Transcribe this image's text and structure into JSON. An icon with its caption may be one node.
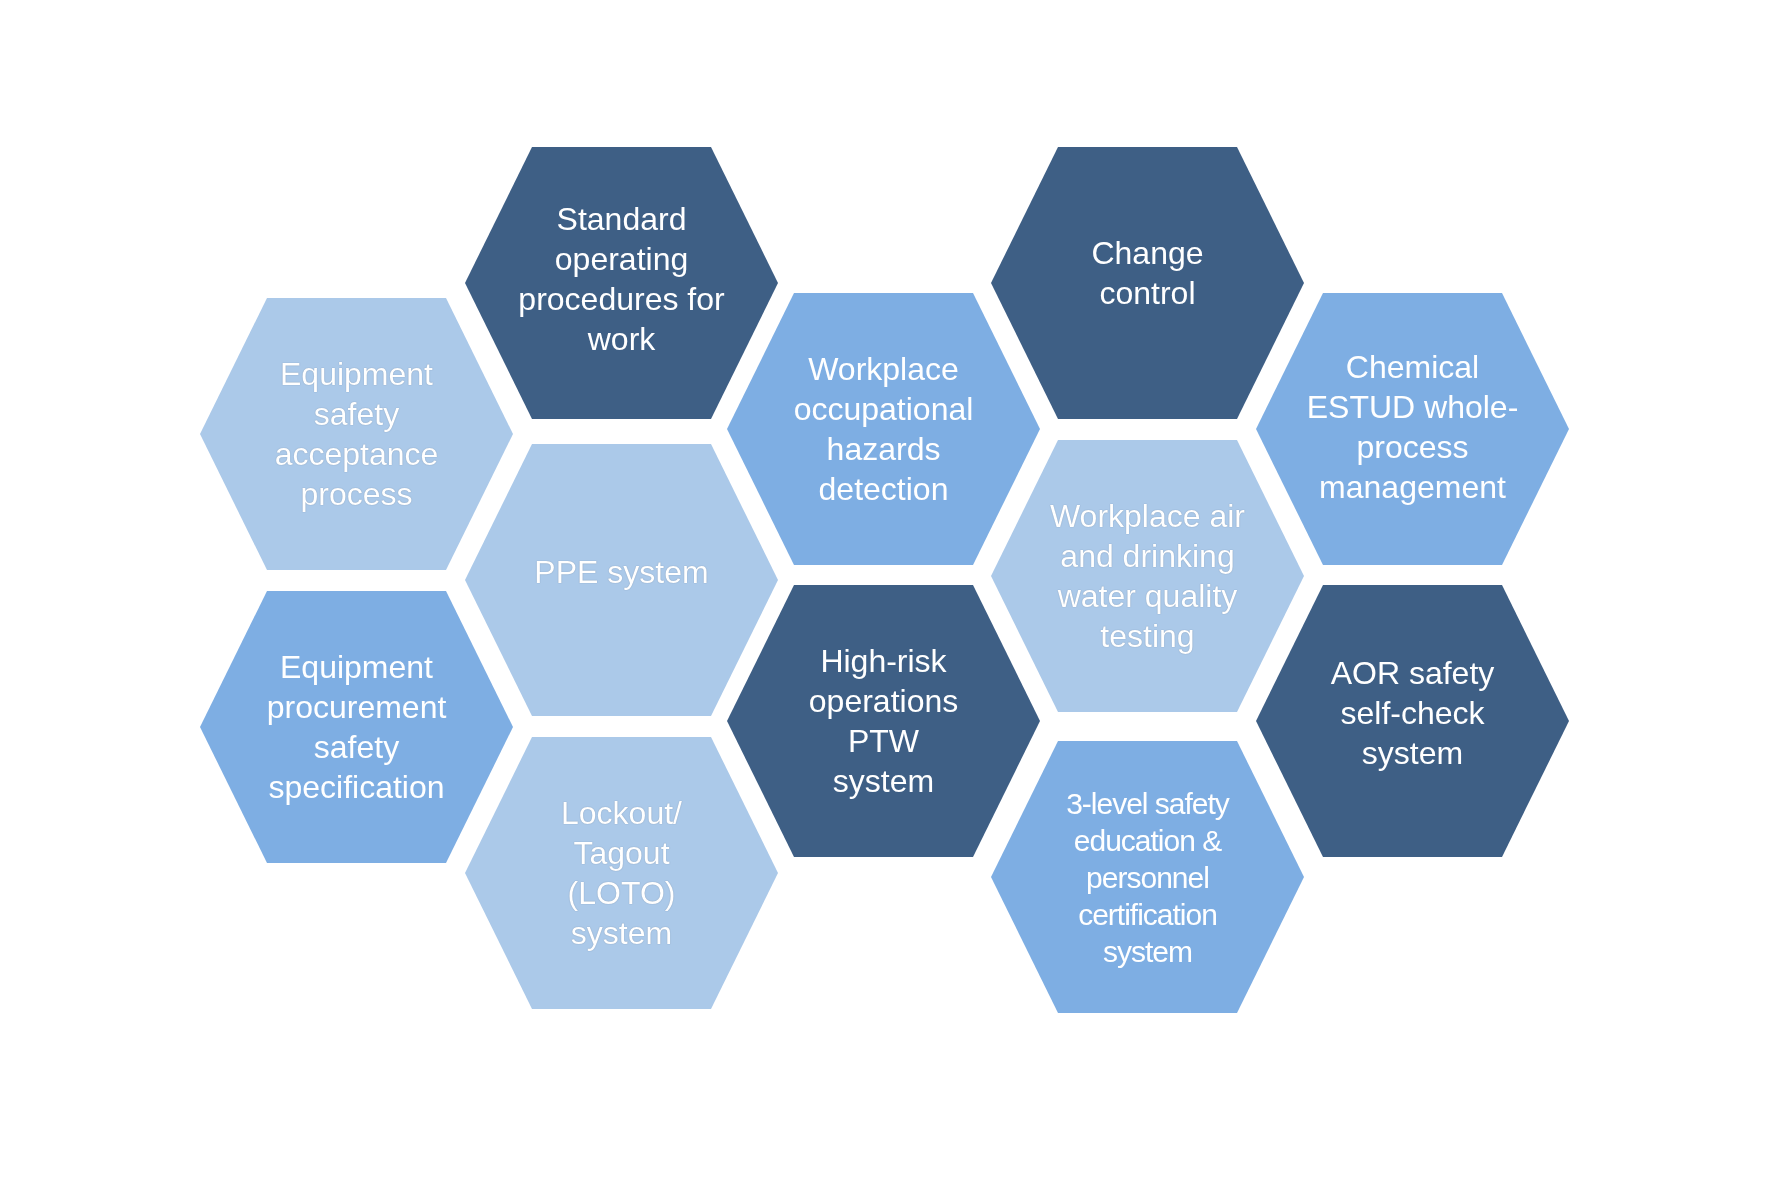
{
  "diagram": {
    "nodes": [
      {
        "text": [
          "Standard operating procedures for work"
        ]
      },
      {
        "text": [
          "Change control"
        ]
      },
      {
        "text": [
          "Equipment safety acceptance process"
        ]
      },
      {
        "text": [
          "Workplace occupational hazards detection"
        ]
      },
      {
        "text": [
          "Chemical ESTUD whole-process management"
        ]
      },
      {
        "text": [
          "PPE system"
        ]
      },
      {
        "text": [
          "Workplace air and drinking water quality testing"
        ]
      },
      {
        "text": [
          "Equipment procurement safety specification"
        ]
      },
      {
        "text": [
          "High-risk operations PTW system"
        ]
      },
      {
        "text": [
          "AOR safety self-check system"
        ]
      },
      {
        "text": [
          "Lockout/ Tagout (LOTO) system"
        ]
      },
      {
        "text": [
          "3-level safety education & personnel certification system"
        ]
      }
    ]
  }
}
